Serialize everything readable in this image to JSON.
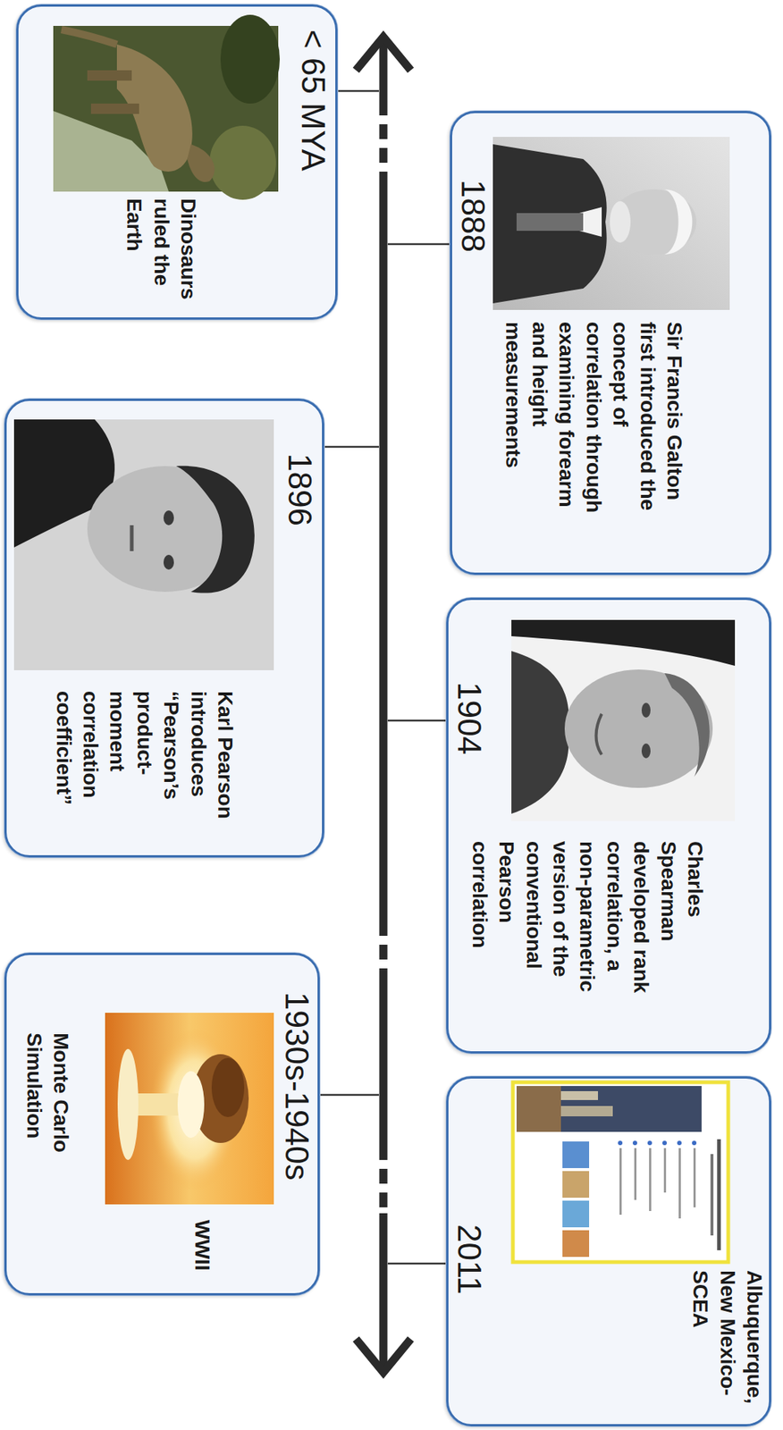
{
  "diagram": {
    "nodes": [
      {
        "text": [
          "< 65 MYA",
          "Dinosaurs ruled the Earth"
        ]
      },
      {
        "text": [
          "1888",
          "Sir Francis Galton first introduced the concept of correlation through examining forearm and height measurements"
        ]
      },
      {
        "text": [
          "1896",
          "Karl Pearson introduces “Pearson’s product-moment correlation coefficient”"
        ]
      },
      {
        "text": [
          "1904",
          "Charles Spearman developed rank correlation, a non-parametric version of the conventional Pearson correlation"
        ]
      },
      {
        "text": [
          "1930s-1940s",
          "WWII",
          "Monte Carlo Simulation"
        ]
      },
      {
        "text": [
          "2011",
          "Albuquerque, New Mexico-SCEA"
        ]
      }
    ]
  }
}
